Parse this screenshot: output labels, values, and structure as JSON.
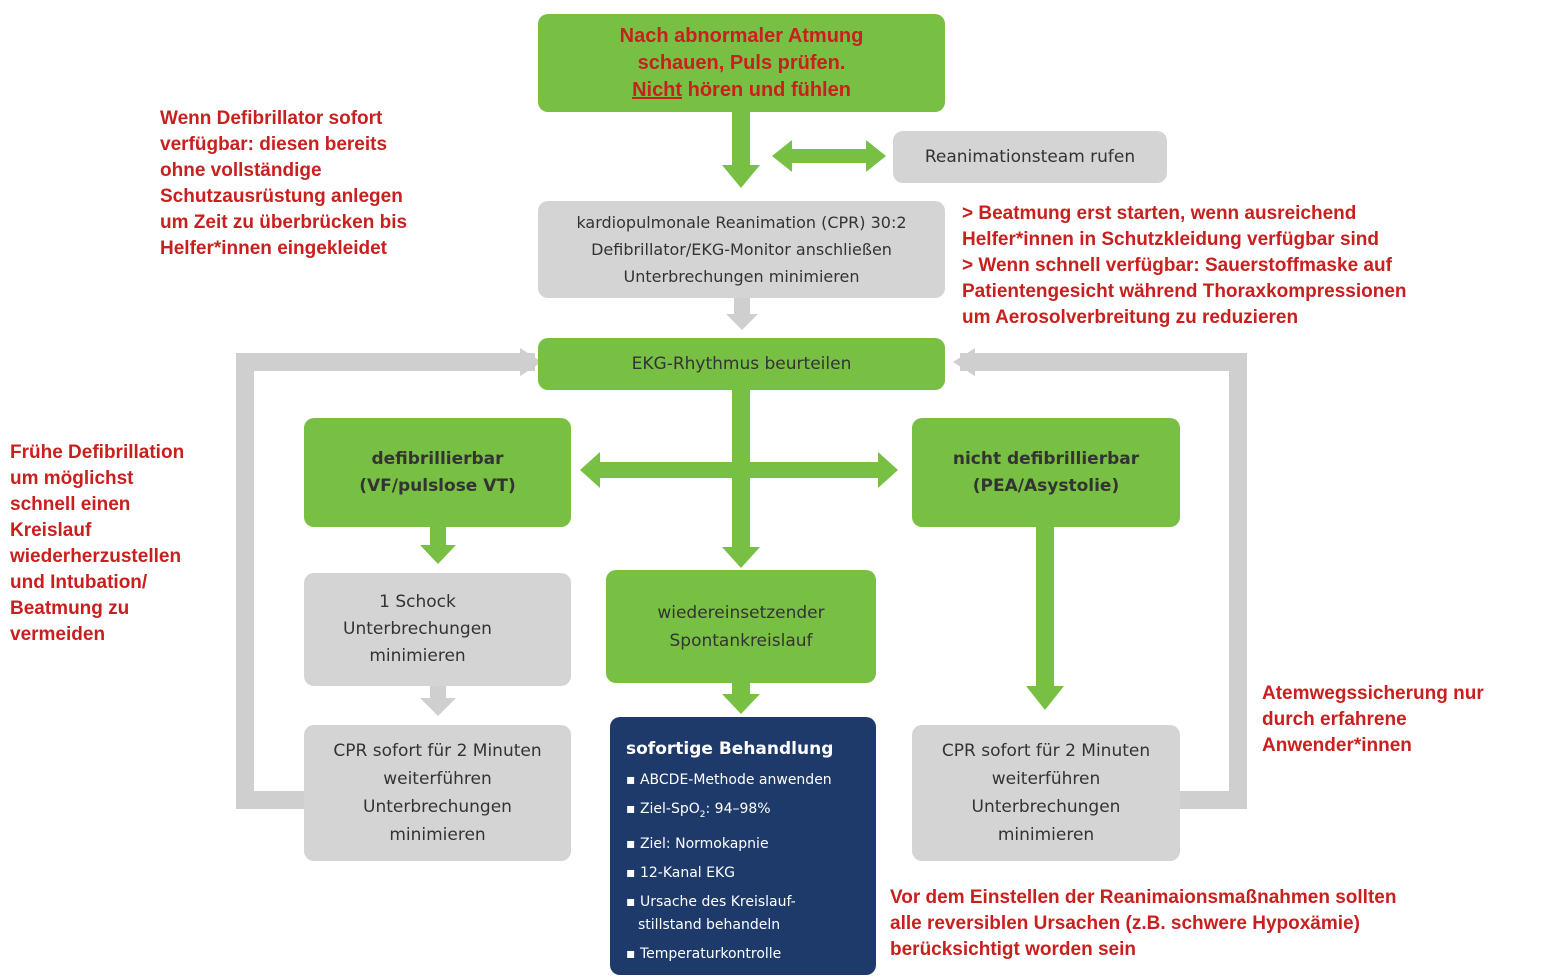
{
  "colors": {
    "green": "#78c043",
    "gray": "#d4d4d4",
    "navy": "#1d3a6b",
    "annotation_red": "#c8201f",
    "arrow_green": "#78c043",
    "arrow_gray": "#cfcfcf"
  },
  "icons": {
    "lightning": "lightning-bolt-icon"
  },
  "flow": {
    "start": {
      "line1": "Nach abnormaler Atmung",
      "line2": "schauen, Puls prüfen.",
      "line3_underlined": "Nicht",
      "line3_rest": " hören und fühlen"
    },
    "call_team": "Reanimationsteam rufen",
    "cpr": {
      "line1": "kardiopulmonale Reanimation (CPR) 30:2",
      "line2": "Defibrillator/EKG-Monitor anschließen",
      "line3": "Unterbrechungen minimieren"
    },
    "assess": "EKG-Rhythmus beurteilen",
    "shockable": {
      "line1": "defibrillierbar",
      "line2": "(VF/pulslose VT)"
    },
    "non_shockable": {
      "line1": "nicht defibrillierbar",
      "line2": "(PEA/Asystolie)"
    },
    "shock": {
      "line1": "1 Schock",
      "line2": "Unterbrechungen",
      "line3": "minimieren"
    },
    "rosc": {
      "line1": "wiedereinsetzender",
      "line2": "Spontankreislauf"
    },
    "cpr_left": {
      "line1": "CPR sofort für 2 Minuten",
      "line2": "weiterführen",
      "line3": "Unterbrechungen",
      "line4": "minimieren"
    },
    "cpr_right": {
      "line1": "CPR sofort für 2 Minuten",
      "line2": "weiterführen",
      "line3": "Unterbrechungen",
      "line4": "minimieren"
    },
    "treatment": {
      "title": "sofortige Behandlung",
      "item1": "ABCDE-Methode anwenden",
      "item2_pre": "Ziel-SpO",
      "item2_sub": "2",
      "item2_post": ": 94–98%",
      "item3": "Ziel: Normokapnie",
      "item4": "12-Kanal EKG",
      "item5_line1": "Ursache des Kreislauf-",
      "item5_line2": "stillstand behandeln",
      "item6": "Temperaturkontrolle"
    }
  },
  "notes": {
    "defib_early": {
      "l1": "Wenn Defibrillator sofort",
      "l2": "verfügbar: diesen bereits",
      "l3": "ohne vollständige",
      "l4": "Schutzausrüstung anlegen",
      "l5": "um Zeit zu überbrücken bis",
      "l6": "Helfer*innen eingekleidet"
    },
    "ventilation": {
      "l1": "> Beatmung erst starten, wenn ausreichend",
      "l2": "Helfer*innen in Schutzkleidung verfügbar sind",
      "l3": "> Wenn schnell verfügbar: Sauerstoffmaske auf",
      "l4": "Patientengesicht während  Thoraxkompressionen",
      "l5": "um Aerosolverbreitung zu reduzieren"
    },
    "early_defibrillation": {
      "l1": "Frühe Defibrillation",
      "l2": "um möglichst",
      "l3": "schnell einen",
      "l4": "Kreislauf",
      "l5": "wiederherzustellen",
      "l6": "und Intubation/",
      "l7": "Beatmung zu",
      "l8": "vermeiden"
    },
    "airway": {
      "l1": "Atemwegssicherung nur",
      "l2": "durch erfahrene",
      "l3": "Anwender*innen"
    },
    "reversible": {
      "l1": "Vor dem Einstellen der Reanimaionsmaßnahmen sollten",
      "l2": "alle reversiblen Ursachen (z.B. schwere Hypoxämie)",
      "l3": "berücksichtigt worden sein"
    }
  }
}
